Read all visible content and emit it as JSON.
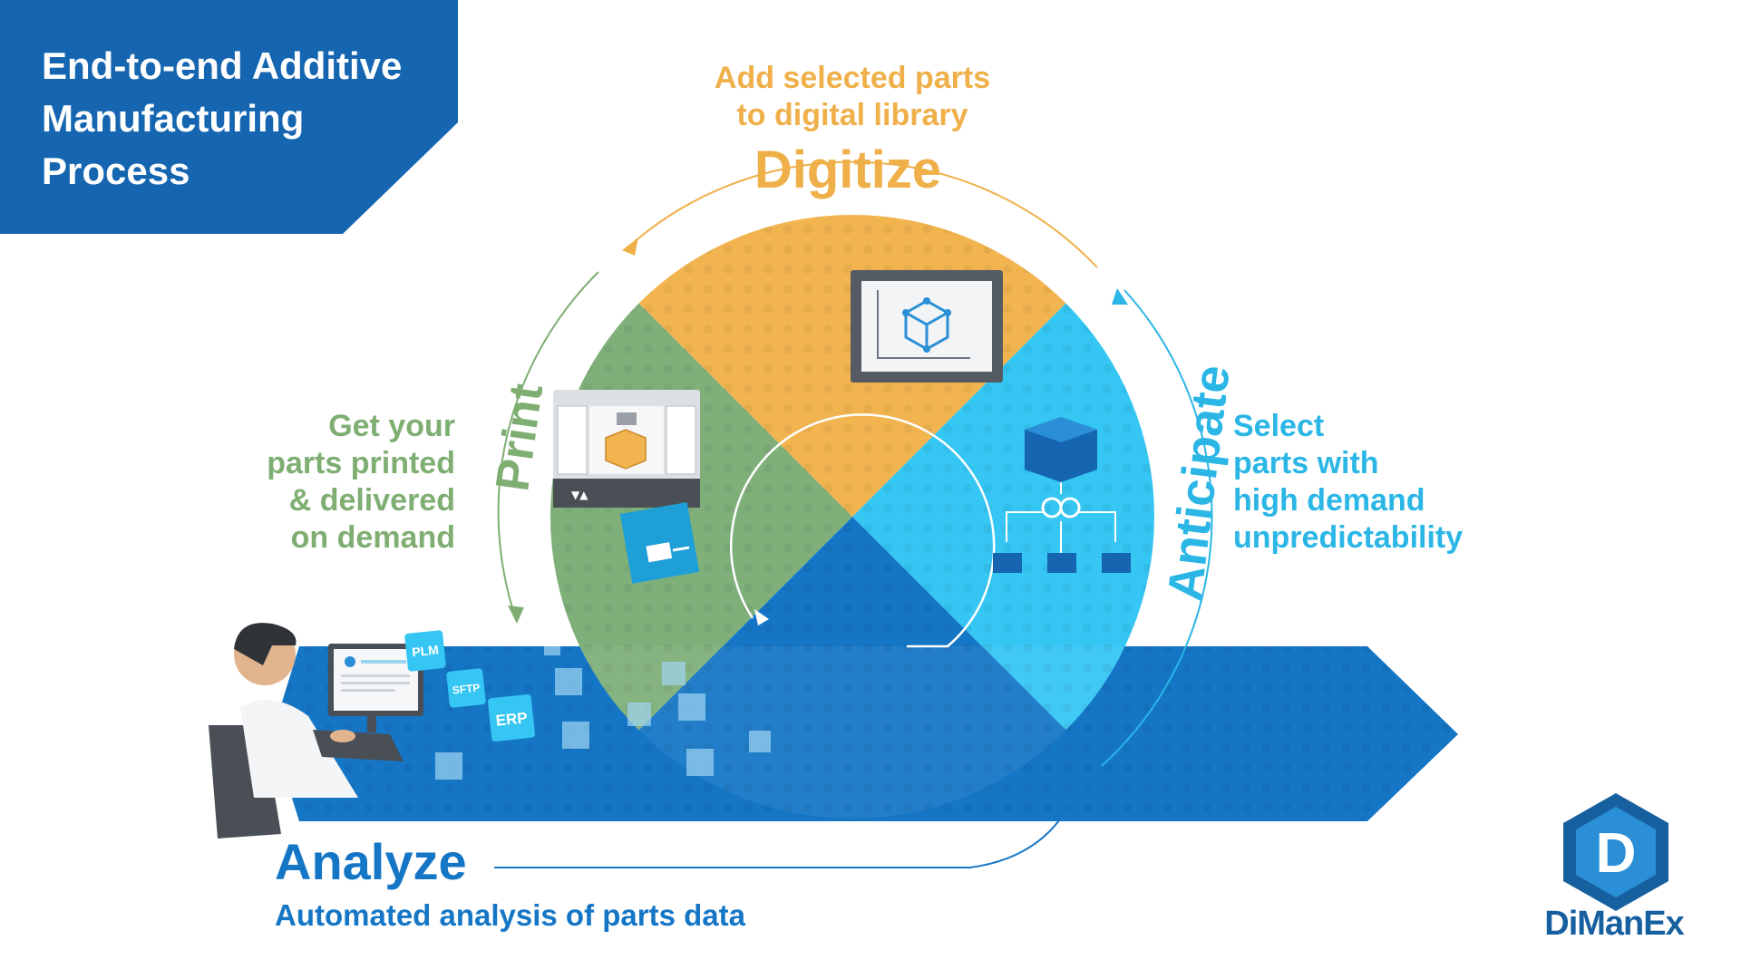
{
  "title": {
    "lines": [
      "End-to-end Additive",
      "Manufacturing",
      "Process"
    ]
  },
  "stages": {
    "digitize": {
      "label": "Digitize",
      "description": [
        "Add selected parts",
        "to digital library"
      ]
    },
    "print": {
      "label": "Print",
      "description": [
        "Get your",
        "parts printed",
        "& delivered",
        "on demand"
      ]
    },
    "anticipate": {
      "label": "Anticipate",
      "description": [
        "Select",
        "parts with",
        "high demand",
        "unpredictability"
      ]
    },
    "analyze": {
      "label": "Analyze",
      "description": "Automated analysis of parts data"
    }
  },
  "data_badges": {
    "plm": "PLM",
    "sftp": "SFTP",
    "erp": "ERP"
  },
  "logo": {
    "letter": "D",
    "name": "DiManEx"
  },
  "colors": {
    "digitize": "#f2b44f",
    "print": "#7fb07a",
    "anticipate": "#35c6f4",
    "analyze": "#1576c6",
    "title_bg": "#1565b0",
    "logo": "#17609f"
  }
}
